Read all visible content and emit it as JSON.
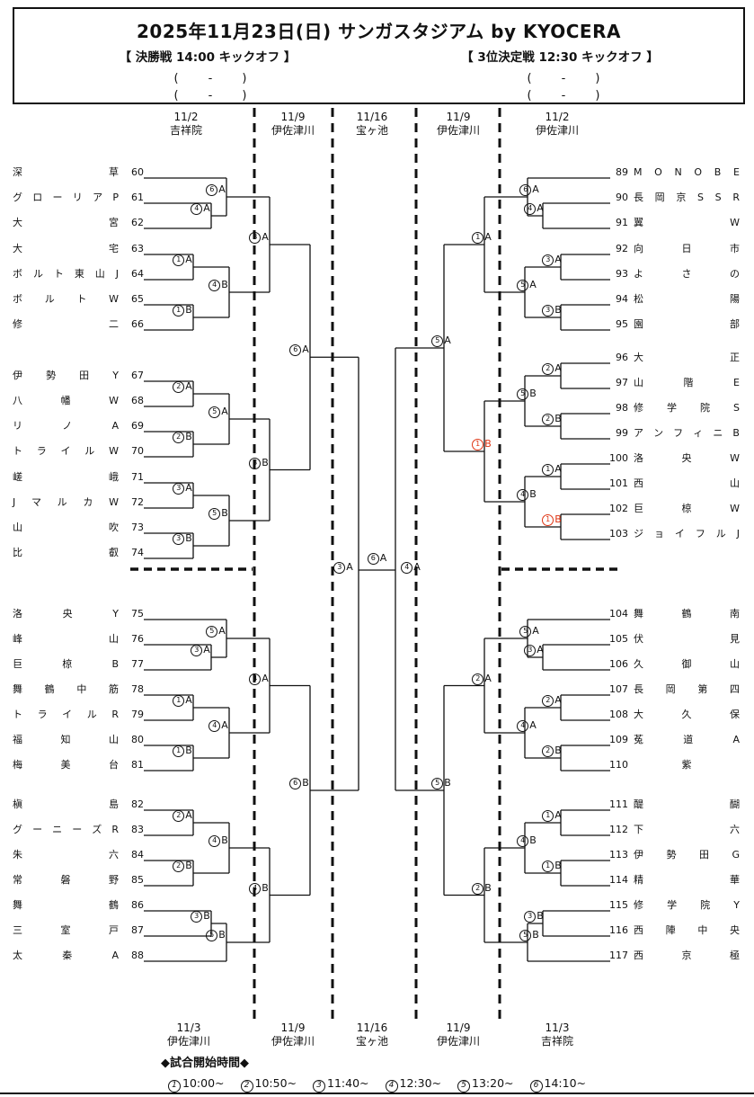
{
  "header": {
    "title": "2025年11月23日(日)  サンガスタジアム by KYOCERA",
    "final": {
      "label": "【 決勝戦  14:00  キックオフ 】",
      "score_lines": [
        "(        -        )",
        "(        -        )"
      ]
    },
    "third_place": {
      "label": "【 3位決定戦  12:30  キックオフ 】",
      "score_lines": [
        "(        -        )",
        "(        -        )"
      ]
    }
  },
  "columns_top": [
    {
      "date": "11/2",
      "venue": "吉祥院"
    },
    {
      "date": "11/9",
      "venue": "伊佐津川"
    },
    {
      "date": "11/16",
      "venue": "宝ヶ池"
    },
    {
      "date": "11/9",
      "venue": "伊佐津川"
    },
    {
      "date": "11/2",
      "venue": "伊佐津川"
    }
  ],
  "columns_bottom": [
    {
      "date": "11/3",
      "venue": "伊佐津川"
    },
    {
      "date": "11/9",
      "venue": "伊佐津川"
    },
    {
      "date": "11/16",
      "venue": "宝ヶ池"
    },
    {
      "date": "11/9",
      "venue": "伊佐津川"
    },
    {
      "date": "11/3",
      "venue": "吉祥院"
    }
  ],
  "teams": {
    "left_top": [
      {
        "no": 60,
        "name": "深草"
      },
      {
        "no": 61,
        "name": "グローリアP"
      },
      {
        "no": 62,
        "name": "大宮"
      },
      {
        "no": 63,
        "name": "大宅"
      },
      {
        "no": 64,
        "name": "ボルト東山J"
      },
      {
        "no": 65,
        "name": "ボルトW"
      },
      {
        "no": 66,
        "name": "修二"
      },
      {
        "no": 67,
        "name": "伊勢田Y"
      },
      {
        "no": 68,
        "name": "八幡W"
      },
      {
        "no": 69,
        "name": "リノA"
      },
      {
        "no": 70,
        "name": "トライルW"
      },
      {
        "no": 71,
        "name": "嵯峨"
      },
      {
        "no": 72,
        "name": "JマルカW"
      },
      {
        "no": 73,
        "name": "山吹"
      },
      {
        "no": 74,
        "name": "比叡"
      }
    ],
    "left_bottom": [
      {
        "no": 75,
        "name": "洛央Y"
      },
      {
        "no": 76,
        "name": "峰山"
      },
      {
        "no": 77,
        "name": "巨椋B"
      },
      {
        "no": 78,
        "name": "舞鶴中筋"
      },
      {
        "no": 79,
        "name": "トライルR"
      },
      {
        "no": 80,
        "name": "福知山"
      },
      {
        "no": 81,
        "name": "梅美台"
      },
      {
        "no": 82,
        "name": "槇島"
      },
      {
        "no": 83,
        "name": "グーニーズR"
      },
      {
        "no": 84,
        "name": "朱六"
      },
      {
        "no": 85,
        "name": "常磐野"
      },
      {
        "no": 86,
        "name": "舞鶴"
      },
      {
        "no": 87,
        "name": "三室戸"
      },
      {
        "no": 88,
        "name": "太秦A"
      }
    ],
    "right_top": [
      {
        "no": 89,
        "name": "MONOBE"
      },
      {
        "no": 90,
        "name": "長岡京SSR"
      },
      {
        "no": 91,
        "name": "翼W"
      },
      {
        "no": 92,
        "name": "向日市"
      },
      {
        "no": 93,
        "name": "よさの"
      },
      {
        "no": 94,
        "name": "松陽"
      },
      {
        "no": 95,
        "name": "園部"
      },
      {
        "no": 96,
        "name": "大正"
      },
      {
        "no": 97,
        "name": "山階E"
      },
      {
        "no": 98,
        "name": "修学院S"
      },
      {
        "no": 99,
        "name": "アンフィニB"
      },
      {
        "no": 100,
        "name": "洛央W"
      },
      {
        "no": 101,
        "name": "西山"
      },
      {
        "no": 102,
        "name": "巨椋W"
      },
      {
        "no": 103,
        "name": "ジョイフルJ"
      }
    ],
    "right_bottom": [
      {
        "no": 104,
        "name": "舞鶴南"
      },
      {
        "no": 105,
        "name": "伏見"
      },
      {
        "no": 106,
        "name": "久御山"
      },
      {
        "no": 107,
        "name": "長岡第四"
      },
      {
        "no": 108,
        "name": "大久保"
      },
      {
        "no": 109,
        "name": "菟道A"
      },
      {
        "no": 110,
        "name": "紫"
      },
      {
        "no": 111,
        "name": "醍醐"
      },
      {
        "no": 112,
        "name": "下六"
      },
      {
        "no": 113,
        "name": "伊勢田G"
      },
      {
        "no": 114,
        "name": "精華"
      },
      {
        "no": 115,
        "name": "修学院Y"
      },
      {
        "no": 116,
        "name": "西陣中央"
      },
      {
        "no": 117,
        "name": "西京極"
      }
    ]
  },
  "matches": {
    "left_top": [
      {
        "n": 4,
        "f": "A"
      },
      {
        "n": 6,
        "f": "A"
      },
      {
        "n": 1,
        "f": "A"
      },
      {
        "n": 1,
        "f": "B"
      },
      {
        "n": 4,
        "f": "B"
      },
      {
        "n": 3,
        "f": "A"
      },
      {
        "n": 2,
        "f": "A"
      },
      {
        "n": 2,
        "f": "B"
      },
      {
        "n": 5,
        "f": "A"
      },
      {
        "n": 3,
        "f": "A"
      },
      {
        "n": 3,
        "f": "B"
      },
      {
        "n": 5,
        "f": "B"
      },
      {
        "n": 3,
        "f": "B"
      },
      {
        "n": 6,
        "f": "A"
      }
    ],
    "left_bottom": [
      {
        "n": 3,
        "f": "A"
      },
      {
        "n": 5,
        "f": "A"
      },
      {
        "n": 1,
        "f": "A"
      },
      {
        "n": 1,
        "f": "B"
      },
      {
        "n": 4,
        "f": "A"
      },
      {
        "n": 4,
        "f": "A"
      },
      {
        "n": 2,
        "f": "A"
      },
      {
        "n": 2,
        "f": "B"
      },
      {
        "n": 4,
        "f": "B"
      },
      {
        "n": 3,
        "f": "B"
      },
      {
        "n": 5,
        "f": "B"
      },
      {
        "n": 4,
        "f": "B"
      },
      {
        "n": 6,
        "f": "B"
      }
    ],
    "right_top": [
      {
        "n": 4,
        "f": "A"
      },
      {
        "n": 6,
        "f": "A"
      },
      {
        "n": 3,
        "f": "A"
      },
      {
        "n": 3,
        "f": "B"
      },
      {
        "n": 5,
        "f": "A"
      },
      {
        "n": 1,
        "f": "A"
      },
      {
        "n": 2,
        "f": "A"
      },
      {
        "n": 2,
        "f": "B"
      },
      {
        "n": 5,
        "f": "B"
      },
      {
        "n": 1,
        "f": "A"
      },
      {
        "n": 1,
        "f": "B",
        "red": true
      },
      {
        "n": 4,
        "f": "B"
      },
      {
        "n": 1,
        "f": "B",
        "red": true
      },
      {
        "n": 5,
        "f": "A"
      }
    ],
    "right_bottom": [
      {
        "n": 3,
        "f": "A"
      },
      {
        "n": 5,
        "f": "A"
      },
      {
        "n": 2,
        "f": "A"
      },
      {
        "n": 2,
        "f": "B"
      },
      {
        "n": 4,
        "f": "A"
      },
      {
        "n": 2,
        "f": "A"
      },
      {
        "n": 1,
        "f": "A"
      },
      {
        "n": 1,
        "f": "B"
      },
      {
        "n": 4,
        "f": "B"
      },
      {
        "n": 3,
        "f": "B"
      },
      {
        "n": 5,
        "f": "B"
      },
      {
        "n": 2,
        "f": "B"
      },
      {
        "n": 5,
        "f": "B"
      }
    ]
  },
  "center": {
    "left_semi": {
      "n": 3,
      "f": "A"
    },
    "final": {
      "n": 6,
      "f": "A"
    },
    "right_semi": {
      "n": 4,
      "f": "A"
    }
  },
  "legend": {
    "heading": "◆試合開始時間◆",
    "times": [
      {
        "n": 1,
        "time": "10:00~"
      },
      {
        "n": 2,
        "time": "10:50~"
      },
      {
        "n": 3,
        "time": "11:40~"
      },
      {
        "n": 4,
        "time": "12:30~"
      },
      {
        "n": 5,
        "time": "13:20~"
      },
      {
        "n": 6,
        "time": "14:10~"
      }
    ]
  },
  "colors": {
    "red_label": "#df3514",
    "line": "#111111"
  }
}
